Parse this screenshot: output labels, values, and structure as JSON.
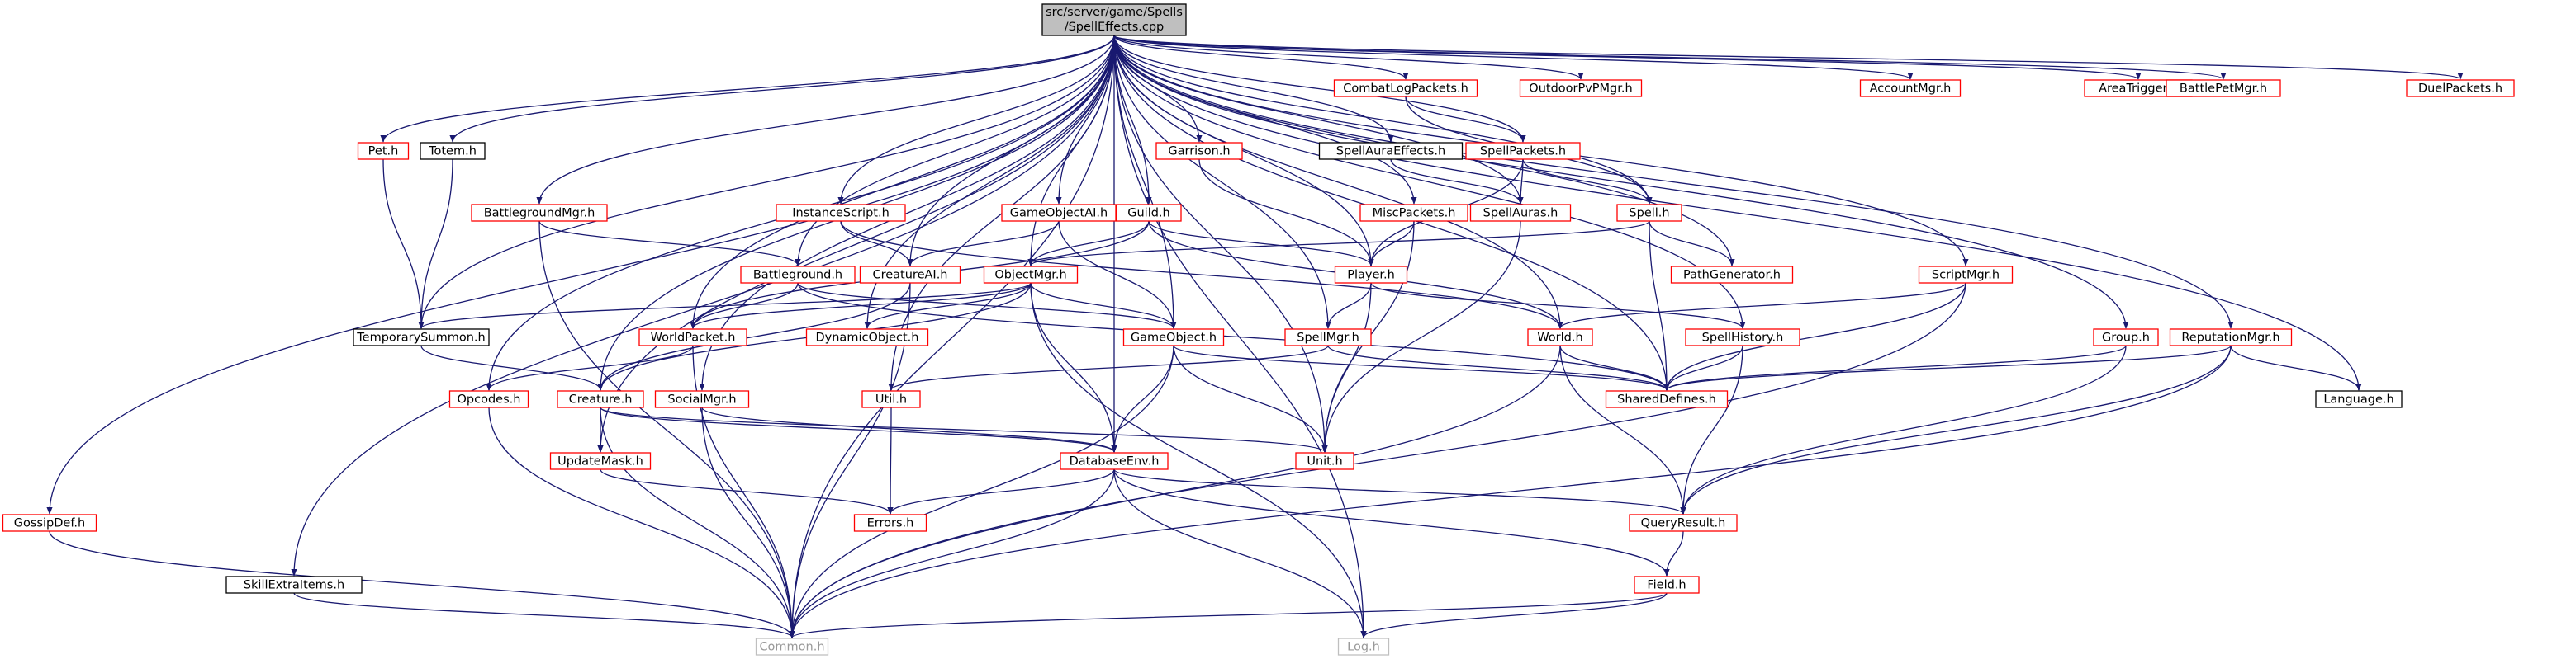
{
  "graph": {
    "root": {
      "line1": "src/server/game/Spells",
      "line2": "/SpellEffects.cpp"
    },
    "colors": {
      "documented": "#ff0000",
      "undocumented": "#000000",
      "external": "#bfbfbf",
      "root_fill": "#bfbfbf",
      "edge": "#191970"
    },
    "nodes": [
      {
        "id": "Pet",
        "label": "Pet.h",
        "kind": "red"
      },
      {
        "id": "Totem",
        "label": "Totem.h",
        "kind": "black"
      },
      {
        "id": "BattlegroundMgr",
        "label": "BattlegroundMgr.h",
        "kind": "red"
      },
      {
        "id": "InstanceScript",
        "label": "InstanceScript.h",
        "kind": "red"
      },
      {
        "id": "Garrison",
        "label": "Garrison.h",
        "kind": "red"
      },
      {
        "id": "CombatLogPackets",
        "label": "CombatLogPackets.h",
        "kind": "red"
      },
      {
        "id": "OutdoorPvPMgr",
        "label": "OutdoorPvPMgr.h",
        "kind": "red"
      },
      {
        "id": "AccountMgr",
        "label": "AccountMgr.h",
        "kind": "red"
      },
      {
        "id": "AreaTrigger",
        "label": "AreaTrigger.h",
        "kind": "red"
      },
      {
        "id": "BattlePetMgr",
        "label": "BattlePetMgr.h",
        "kind": "red"
      },
      {
        "id": "DuelPackets",
        "label": "DuelPackets.h",
        "kind": "red"
      },
      {
        "id": "SpellAuraEffects",
        "label": "SpellAuraEffects.h",
        "kind": "black"
      },
      {
        "id": "SpellPackets",
        "label": "SpellPackets.h",
        "kind": "red"
      },
      {
        "id": "GameObjectAI",
        "label": "GameObjectAI.h",
        "kind": "red"
      },
      {
        "id": "Guild",
        "label": "Guild.h",
        "kind": "red"
      },
      {
        "id": "MiscPackets",
        "label": "MiscPackets.h",
        "kind": "red"
      },
      {
        "id": "SpellAuras",
        "label": "SpellAuras.h",
        "kind": "red"
      },
      {
        "id": "Spell",
        "label": "Spell.h",
        "kind": "red"
      },
      {
        "id": "Battleground",
        "label": "Battleground.h",
        "kind": "red"
      },
      {
        "id": "CreatureAI",
        "label": "CreatureAI.h",
        "kind": "red"
      },
      {
        "id": "ObjectMgr",
        "label": "ObjectMgr.h",
        "kind": "red"
      },
      {
        "id": "Player",
        "label": "Player.h",
        "kind": "red"
      },
      {
        "id": "PathGenerator",
        "label": "PathGenerator.h",
        "kind": "red"
      },
      {
        "id": "ScriptMgr",
        "label": "ScriptMgr.h",
        "kind": "red"
      },
      {
        "id": "TemporarySummon",
        "label": "TemporarySummon.h",
        "kind": "black"
      },
      {
        "id": "WorldPacket",
        "label": "WorldPacket.h",
        "kind": "red"
      },
      {
        "id": "DynamicObject",
        "label": "DynamicObject.h",
        "kind": "red"
      },
      {
        "id": "GameObject",
        "label": "GameObject.h",
        "kind": "red"
      },
      {
        "id": "SpellMgr",
        "label": "SpellMgr.h",
        "kind": "red"
      },
      {
        "id": "World",
        "label": "World.h",
        "kind": "red"
      },
      {
        "id": "SpellHistory",
        "label": "SpellHistory.h",
        "kind": "red"
      },
      {
        "id": "Group",
        "label": "Group.h",
        "kind": "red"
      },
      {
        "id": "ReputationMgr",
        "label": "ReputationMgr.h",
        "kind": "red"
      },
      {
        "id": "Opcodes",
        "label": "Opcodes.h",
        "kind": "red"
      },
      {
        "id": "Creature",
        "label": "Creature.h",
        "kind": "red"
      },
      {
        "id": "SocialMgr",
        "label": "SocialMgr.h",
        "kind": "red"
      },
      {
        "id": "Util",
        "label": "Util.h",
        "kind": "red"
      },
      {
        "id": "SharedDefines",
        "label": "SharedDefines.h",
        "kind": "red"
      },
      {
        "id": "Language",
        "label": "Language.h",
        "kind": "black"
      },
      {
        "id": "UpdateMask",
        "label": "UpdateMask.h",
        "kind": "red"
      },
      {
        "id": "DatabaseEnv",
        "label": "DatabaseEnv.h",
        "kind": "red"
      },
      {
        "id": "Unit",
        "label": "Unit.h",
        "kind": "red"
      },
      {
        "id": "GossipDef",
        "label": "GossipDef.h",
        "kind": "red"
      },
      {
        "id": "Errors",
        "label": "Errors.h",
        "kind": "red"
      },
      {
        "id": "QueryResult",
        "label": "QueryResult.h",
        "kind": "red"
      },
      {
        "id": "SkillExtraItems",
        "label": "SkillExtraItems.h",
        "kind": "black"
      },
      {
        "id": "Field",
        "label": "Field.h",
        "kind": "red"
      },
      {
        "id": "Common",
        "label": "Common.h",
        "kind": "grey"
      },
      {
        "id": "Log",
        "label": "Log.h",
        "kind": "grey"
      }
    ],
    "edges": [
      [
        "root",
        "Pet"
      ],
      [
        "root",
        "Totem"
      ],
      [
        "root",
        "BattlegroundMgr"
      ],
      [
        "root",
        "InstanceScript"
      ],
      [
        "root",
        "Garrison"
      ],
      [
        "root",
        "CombatLogPackets"
      ],
      [
        "root",
        "OutdoorPvPMgr"
      ],
      [
        "root",
        "AccountMgr"
      ],
      [
        "root",
        "AreaTrigger"
      ],
      [
        "root",
        "BattlePetMgr"
      ],
      [
        "root",
        "DuelPackets"
      ],
      [
        "root",
        "SpellAuraEffects"
      ],
      [
        "root",
        "SpellPackets"
      ],
      [
        "root",
        "GameObjectAI"
      ],
      [
        "root",
        "Guild"
      ],
      [
        "root",
        "MiscPackets"
      ],
      [
        "root",
        "SpellAuras"
      ],
      [
        "root",
        "Spell"
      ],
      [
        "root",
        "Battleground"
      ],
      [
        "root",
        "CreatureAI"
      ],
      [
        "root",
        "ObjectMgr"
      ],
      [
        "root",
        "Player"
      ],
      [
        "root",
        "PathGenerator"
      ],
      [
        "root",
        "ScriptMgr"
      ],
      [
        "root",
        "TemporarySummon"
      ],
      [
        "root",
        "WorldPacket"
      ],
      [
        "root",
        "DynamicObject"
      ],
      [
        "root",
        "GameObject"
      ],
      [
        "root",
        "SpellMgr"
      ],
      [
        "root",
        "World"
      ],
      [
        "root",
        "SpellHistory"
      ],
      [
        "root",
        "Group"
      ],
      [
        "root",
        "ReputationMgr"
      ],
      [
        "root",
        "Opcodes"
      ],
      [
        "root",
        "Creature"
      ],
      [
        "root",
        "SocialMgr"
      ],
      [
        "root",
        "Util"
      ],
      [
        "root",
        "SharedDefines"
      ],
      [
        "root",
        "Language"
      ],
      [
        "root",
        "UpdateMask"
      ],
      [
        "root",
        "DatabaseEnv"
      ],
      [
        "root",
        "Unit"
      ],
      [
        "root",
        "GossipDef"
      ],
      [
        "root",
        "SkillExtraItems"
      ],
      [
        "root",
        "Common"
      ],
      [
        "root",
        "Log"
      ],
      [
        "Pet",
        "TemporarySummon"
      ],
      [
        "Totem",
        "TemporarySummon"
      ],
      [
        "BattlegroundMgr",
        "Battleground"
      ],
      [
        "BattlegroundMgr",
        "Common"
      ],
      [
        "InstanceScript",
        "CreatureAI"
      ],
      [
        "InstanceScript",
        "World"
      ],
      [
        "Garrison",
        "Player"
      ],
      [
        "CombatLogPackets",
        "SpellPackets"
      ],
      [
        "CombatLogPackets",
        "Spell"
      ],
      [
        "SpellAuraEffects",
        "SpellAuras"
      ],
      [
        "SpellPackets",
        "SpellAuras"
      ],
      [
        "SpellPackets",
        "Spell"
      ],
      [
        "SpellPackets",
        "Player"
      ],
      [
        "GameObjectAI",
        "CreatureAI"
      ],
      [
        "GameObjectAI",
        "GameObject"
      ],
      [
        "Guild",
        "ObjectMgr"
      ],
      [
        "Guild",
        "Player"
      ],
      [
        "Guild",
        "World"
      ],
      [
        "Guild",
        "WorldPacket"
      ],
      [
        "MiscPackets",
        "Player"
      ],
      [
        "MiscPackets",
        "Unit"
      ],
      [
        "SpellAuras",
        "Unit"
      ],
      [
        "Spell",
        "ObjectMgr"
      ],
      [
        "Spell",
        "PathGenerator"
      ],
      [
        "Spell",
        "SharedDefines"
      ],
      [
        "Battleground",
        "WorldPacket"
      ],
      [
        "Battleground",
        "GameObject"
      ],
      [
        "Battleground",
        "SharedDefines"
      ],
      [
        "CreatureAI",
        "Creature"
      ],
      [
        "CreatureAI",
        "Common"
      ],
      [
        "ObjectMgr",
        "TemporarySummon"
      ],
      [
        "ObjectMgr",
        "WorldPacket"
      ],
      [
        "ObjectMgr",
        "DynamicObject"
      ],
      [
        "ObjectMgr",
        "GameObject"
      ],
      [
        "ObjectMgr",
        "Creature"
      ],
      [
        "ObjectMgr",
        "DatabaseEnv"
      ],
      [
        "ObjectMgr",
        "Log"
      ],
      [
        "Player",
        "SpellMgr"
      ],
      [
        "Player",
        "SpellHistory"
      ],
      [
        "Player",
        "Unit"
      ],
      [
        "ScriptMgr",
        "World"
      ],
      [
        "ScriptMgr",
        "SharedDefines"
      ],
      [
        "ScriptMgr",
        "Common"
      ],
      [
        "TemporarySummon",
        "Creature"
      ],
      [
        "WorldPacket",
        "Opcodes"
      ],
      [
        "WorldPacket",
        "Common"
      ],
      [
        "GameObject",
        "SharedDefines"
      ],
      [
        "GameObject",
        "DatabaseEnv"
      ],
      [
        "GameObject",
        "Unit"
      ],
      [
        "GameObject",
        "Common"
      ],
      [
        "SpellMgr",
        "SharedDefines"
      ],
      [
        "SpellMgr",
        "Util"
      ],
      [
        "World",
        "SharedDefines"
      ],
      [
        "World",
        "QueryResult"
      ],
      [
        "World",
        "Common"
      ],
      [
        "SpellHistory",
        "SharedDefines"
      ],
      [
        "SpellHistory",
        "QueryResult"
      ],
      [
        "Group",
        "SharedDefines"
      ],
      [
        "Group",
        "QueryResult"
      ],
      [
        "ReputationMgr",
        "SharedDefines"
      ],
      [
        "ReputationMgr",
        "Language"
      ],
      [
        "ReputationMgr",
        "QueryResult"
      ],
      [
        "ReputationMgr",
        "Common"
      ],
      [
        "Opcodes",
        "Common"
      ],
      [
        "Creature",
        "UpdateMask"
      ],
      [
        "Creature",
        "DatabaseEnv"
      ],
      [
        "Creature",
        "Unit"
      ],
      [
        "Creature",
        "Common"
      ],
      [
        "SocialMgr",
        "DatabaseEnv"
      ],
      [
        "SocialMgr",
        "Common"
      ],
      [
        "Util",
        "Errors"
      ],
      [
        "UpdateMask",
        "Errors"
      ],
      [
        "DatabaseEnv",
        "Errors"
      ],
      [
        "DatabaseEnv",
        "QueryResult"
      ],
      [
        "DatabaseEnv",
        "Field"
      ],
      [
        "DatabaseEnv",
        "Common"
      ],
      [
        "DatabaseEnv",
        "Log"
      ],
      [
        "GossipDef",
        "Common"
      ],
      [
        "QueryResult",
        "Field"
      ],
      [
        "SkillExtraItems",
        "Common"
      ],
      [
        "Field",
        "Common"
      ],
      [
        "Field",
        "Log"
      ]
    ]
  }
}
